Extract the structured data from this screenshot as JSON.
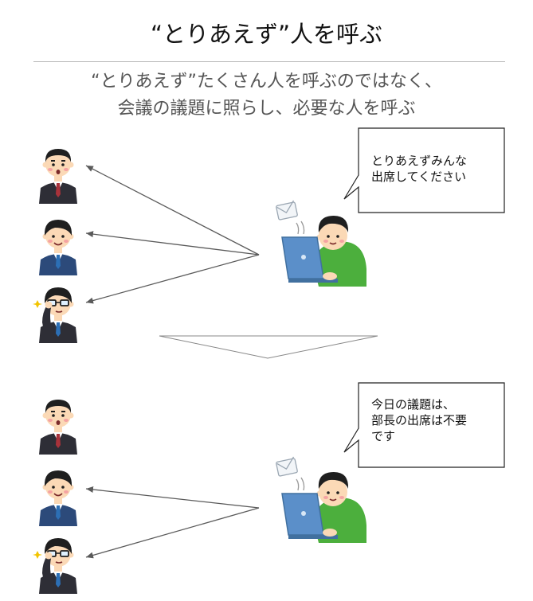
{
  "title": "“とりあえず”人を呼ぶ",
  "subtitle": {
    "line1": "“とりあえず”たくさん人を呼ぶのではなく、",
    "line2": "会議の議題に照らし、必要な人を呼ぶ"
  },
  "top_scene": {
    "bubble": {
      "line1": "とりあえずみんな",
      "line2": "出席してください"
    }
  },
  "bottom_scene": {
    "bubble": {
      "line1": "今日の議題は、",
      "line2": "部長の出席は不要",
      "line3": "です"
    }
  },
  "colors": {
    "arrow": "#5a5a5a",
    "shirt": "#4caf3d",
    "laptop": "#5b8fc9",
    "hair": "#1f1f1f",
    "skin": "#fbd9b6",
    "suit_dark": "#2e2e36",
    "suit_blue": "#2c4a7a"
  }
}
